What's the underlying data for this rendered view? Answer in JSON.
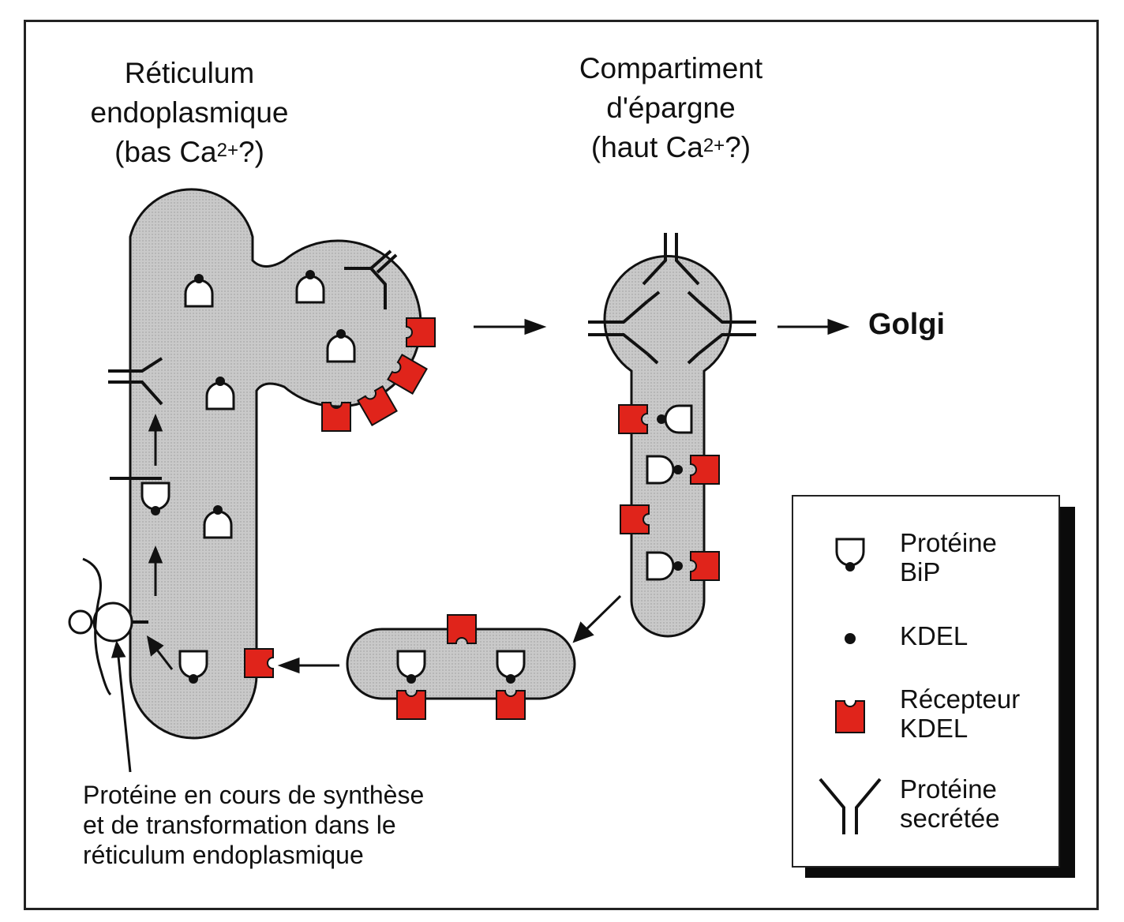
{
  "titles": {
    "er_line1": "Réticulum",
    "er_line2": "endoplasmique",
    "er_line3_prefix": "(bas Ca",
    "er_line3_sup": "2+",
    "er_line3_suffix": "?)",
    "ca_line1": "Compartiment",
    "ca_line2": "d'épargne",
    "ca_line3_prefix": "(haut Ca",
    "ca_line3_sup": "2+",
    "ca_line3_suffix": "?)"
  },
  "golgi_label": "Golgi",
  "caption": {
    "line1": "Protéine en cours de synthèse",
    "line2": "et de transformation dans le",
    "line3": "réticulum endoplasmique"
  },
  "legend": {
    "bip_line1": "Protéine",
    "bip_line2": "BiP",
    "kdel": "KDEL",
    "receptor_line1": "Récepteur",
    "receptor_line2": "KDEL",
    "secreted_line1": "Protéine",
    "secreted_line2": "secrétée"
  },
  "colors": {
    "compartment_fill": "#c8c8c8",
    "receptor_red": "#e0241b",
    "outline": "#111111"
  },
  "icons": [
    "bip-protein-icon",
    "kdel-icon",
    "kdel-receptor-icon",
    "secreted-protein-icon",
    "arrow-icon"
  ]
}
